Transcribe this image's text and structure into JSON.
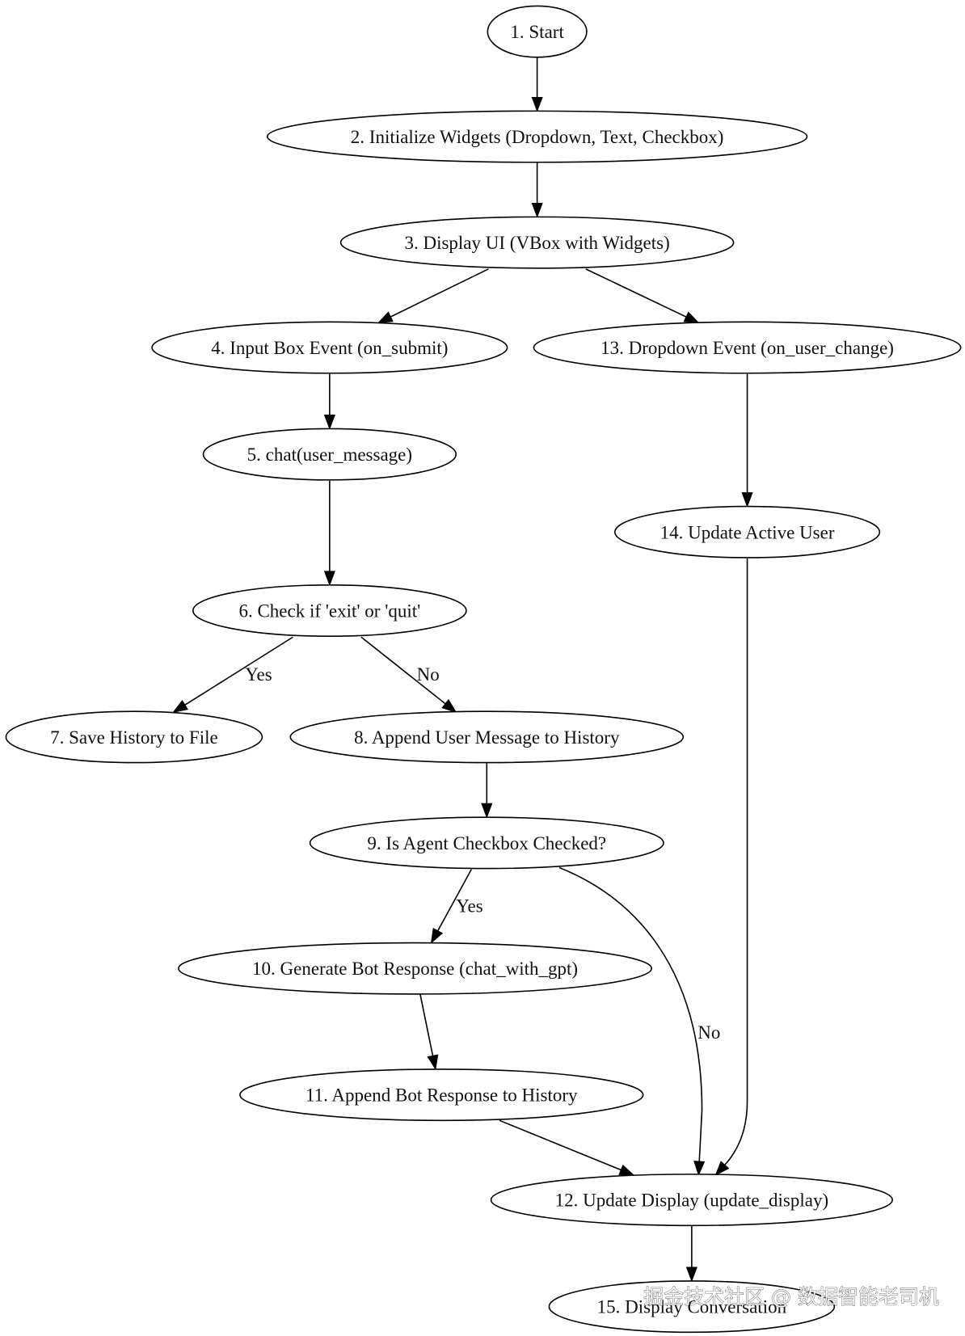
{
  "nodes": [
    {
      "id": "n1",
      "label": "1. Start"
    },
    {
      "id": "n2",
      "label": "2. Initialize Widgets (Dropdown, Text, Checkbox)"
    },
    {
      "id": "n3",
      "label": "3. Display UI (VBox with Widgets)"
    },
    {
      "id": "n4",
      "label": "4. Input Box Event (on_submit)"
    },
    {
      "id": "n13",
      "label": "13. Dropdown Event (on_user_change)"
    },
    {
      "id": "n5",
      "label": "5. chat(user_message)"
    },
    {
      "id": "n14",
      "label": "14. Update Active User"
    },
    {
      "id": "n6",
      "label": "6. Check if 'exit' or 'quit'"
    },
    {
      "id": "n7",
      "label": "7. Save History to File"
    },
    {
      "id": "n8",
      "label": "8. Append User Message to History"
    },
    {
      "id": "n9",
      "label": "9. Is Agent Checkbox Checked?"
    },
    {
      "id": "n10",
      "label": "10. Generate Bot Response (chat_with_gpt)"
    },
    {
      "id": "n11",
      "label": "11. Append Bot Response to History"
    },
    {
      "id": "n12",
      "label": "12. Update Display (update_display)"
    },
    {
      "id": "n15",
      "label": "15. Display Conversation"
    }
  ],
  "edges": [
    {
      "id": "e1",
      "from": "n1",
      "to": "n2",
      "label": ""
    },
    {
      "id": "e2",
      "from": "n2",
      "to": "n3",
      "label": ""
    },
    {
      "id": "e3",
      "from": "n3",
      "to": "n4",
      "label": ""
    },
    {
      "id": "e4",
      "from": "n3",
      "to": "n13",
      "label": ""
    },
    {
      "id": "e5",
      "from": "n4",
      "to": "n5",
      "label": ""
    },
    {
      "id": "e6",
      "from": "n5",
      "to": "n6",
      "label": ""
    },
    {
      "id": "e7",
      "from": "n6",
      "to": "n7",
      "label": "Yes"
    },
    {
      "id": "e8",
      "from": "n6",
      "to": "n8",
      "label": "No"
    },
    {
      "id": "e9",
      "from": "n8",
      "to": "n9",
      "label": ""
    },
    {
      "id": "e10",
      "from": "n9",
      "to": "n10",
      "label": "Yes"
    },
    {
      "id": "e11",
      "from": "n9",
      "to": "n12",
      "label": "No"
    },
    {
      "id": "e12",
      "from": "n10",
      "to": "n11",
      "label": ""
    },
    {
      "id": "e13",
      "from": "n11",
      "to": "n12",
      "label": ""
    },
    {
      "id": "e14",
      "from": "n12",
      "to": "n15",
      "label": ""
    },
    {
      "id": "e15",
      "from": "n13",
      "to": "n14",
      "label": ""
    },
    {
      "id": "e16",
      "from": "n14",
      "to": "n12",
      "label": ""
    }
  ],
  "watermark": "掘金技术社区 @ 数据智能老司机",
  "colors": {
    "background": "#ffffff",
    "stroke": "#000000",
    "text": "#111111"
  }
}
